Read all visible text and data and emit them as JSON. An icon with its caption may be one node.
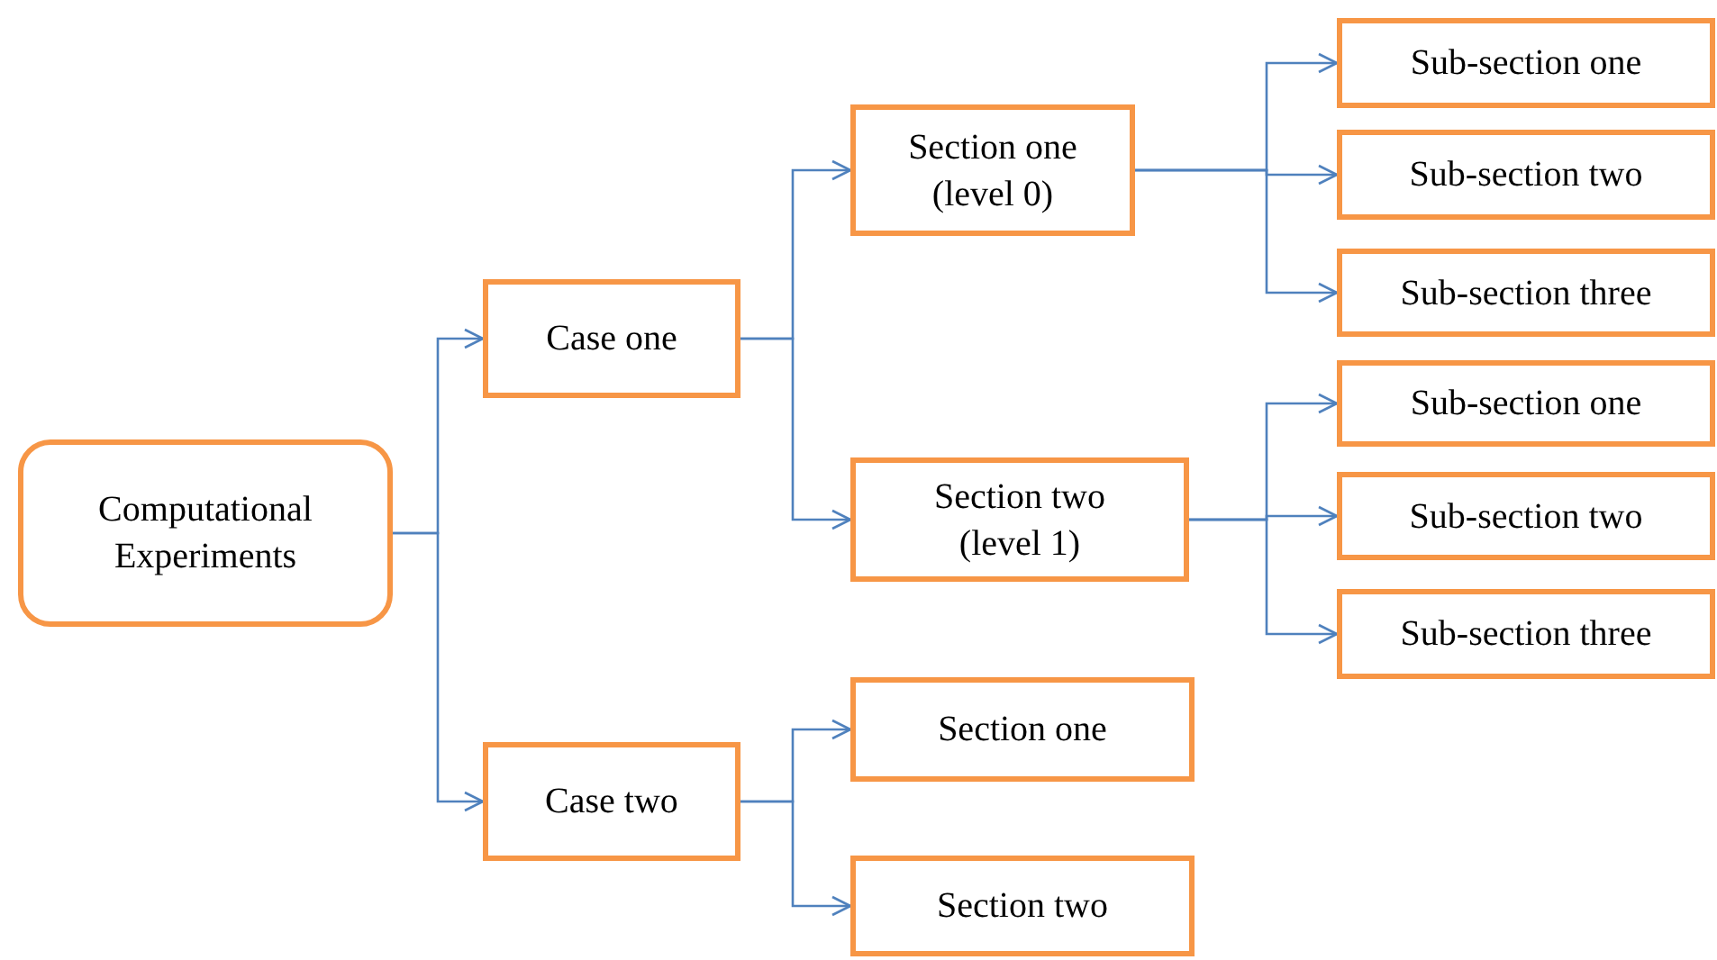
{
  "diagram": {
    "nodes": [
      {
        "text": [
          "Computational Experiments"
        ]
      },
      {
        "text": [
          "Case one"
        ]
      },
      {
        "text": [
          "Case two"
        ]
      },
      {
        "text": [
          "Section one (level 0)"
        ]
      },
      {
        "text": [
          "Section two (level 1)"
        ]
      },
      {
        "text": [
          "Section one"
        ]
      },
      {
        "text": [
          "Section two"
        ]
      },
      {
        "text": [
          "Sub-section one"
        ]
      },
      {
        "text": [
          "Sub-section two"
        ]
      },
      {
        "text": [
          "Sub-section three"
        ]
      },
      {
        "text": [
          "Sub-section one"
        ]
      },
      {
        "text": [
          "Sub-section two"
        ]
      },
      {
        "text": [
          "Sub-section three"
        ]
      }
    ],
    "edges": [
      {
        "from": 0,
        "to": 1,
        "arrow": "to"
      },
      {
        "from": 0,
        "to": 2,
        "arrow": "to"
      },
      {
        "from": 1,
        "to": 3,
        "arrow": "to"
      },
      {
        "from": 1,
        "to": 4,
        "arrow": "to"
      },
      {
        "from": 2,
        "to": 5,
        "arrow": "to"
      },
      {
        "from": 2,
        "to": 6,
        "arrow": "to"
      },
      {
        "from": 3,
        "to": 7,
        "arrow": "to"
      },
      {
        "from": 3,
        "to": 8,
        "arrow": "to"
      },
      {
        "from": 3,
        "to": 9,
        "arrow": "to"
      },
      {
        "from": 4,
        "to": 10,
        "arrow": "to"
      },
      {
        "from": 4,
        "to": 11,
        "arrow": "to"
      },
      {
        "from": 4,
        "to": 12,
        "arrow": "to"
      }
    ]
  }
}
